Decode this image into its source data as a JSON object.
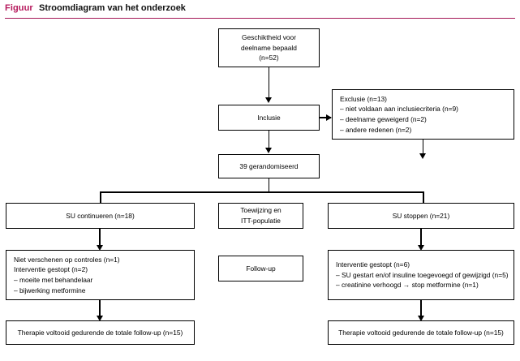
{
  "header": {
    "label": "Figuur",
    "title": "Stroomdiagram van het onderzoek",
    "accent_color": "#b5175b"
  },
  "diagram": {
    "type": "flowchart",
    "orientation": "top-down",
    "nodes": {
      "eligibility": {
        "lines": [
          "Geschiktheid voor",
          "deelname bepaald",
          "(n=52)"
        ]
      },
      "inclusion": {
        "lines": [
          "Inclusie"
        ]
      },
      "exclusion": {
        "lines": [
          "Exclusie (n=13)",
          "– niet voldaan aan inclusiecriteria (n=9)",
          "– deelname geweigerd (n=2)",
          "– andere redenen (n=2)"
        ]
      },
      "randomised": {
        "lines": [
          "39 gerandomiseerd"
        ]
      },
      "allocation_label": {
        "lines": [
          "Toewijzing en",
          "ITT-populatie"
        ]
      },
      "followup_label": {
        "lines": [
          "Follow-up"
        ]
      },
      "su_continue": {
        "lines": [
          "SU continueren (n=18)"
        ]
      },
      "su_stop": {
        "lines": [
          "SU stoppen (n=21)"
        ]
      },
      "left_dropouts": {
        "lines": [
          "Niet verschenen op controles (n=1)",
          "Interventie gestopt (n=2)",
          "– moeite met behandelaar",
          "– bijwerking metformine"
        ]
      },
      "right_dropouts": {
        "lines": [
          "Interventie gestopt (n=6)",
          "– SU gestart en/of insuline toegevoegd of gewijzigd (n=5)",
          "– creatinine verhoogd → stop metformine (n=1)"
        ]
      },
      "left_completed": {
        "lines": [
          "Therapie voltooid gedurende de totale follow-up (n=15)"
        ]
      },
      "right_completed": {
        "lines": [
          "Therapie voltooid gedurende de totale follow-up (n=15)"
        ]
      }
    }
  }
}
